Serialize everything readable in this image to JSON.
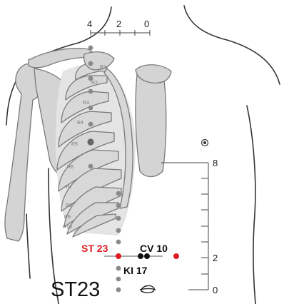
{
  "top_scale": {
    "ticks": [
      "4",
      "2",
      "0"
    ]
  },
  "side_scale": {
    "ticks": [
      "8",
      "2",
      "0"
    ]
  },
  "rib_labels": [
    "R1",
    "R2",
    "R3",
    "R4",
    "R5",
    "R6",
    "R7",
    "R8",
    "R9",
    "R10"
  ],
  "points": {
    "st23": "ST 23",
    "cv10": "CV 10",
    "ki17": "KI 17"
  },
  "title": "ST23",
  "colors": {
    "outline": "#333333",
    "bone_fill": "#d4d4d4",
    "bone_stroke": "#7a7a7a",
    "highlight": "#e01b24",
    "dot_grey": "#8a8a8a",
    "dot_black": "#111111"
  },
  "icons": [
    "nipple-icon",
    "navel-icon"
  ]
}
